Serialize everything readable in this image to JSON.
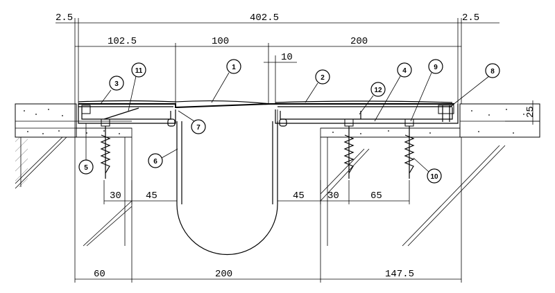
{
  "dimensions": {
    "top_left_small": "2.5",
    "top_total": "402.5",
    "top_right_small": "2.5",
    "upper_left": "102.5",
    "upper_mid": "100",
    "upper_right": "200",
    "gap_10": "10",
    "side_height": "25",
    "lower_left_30": "30",
    "lower_left_45": "45",
    "lower_right_45": "45",
    "lower_right_30": "30",
    "lower_right_65": "65",
    "bottom_left": "60",
    "bottom_mid": "200",
    "bottom_right": "147.5"
  },
  "callouts": [
    "1",
    "2",
    "3",
    "4",
    "5",
    "6",
    "7",
    "8",
    "9",
    "10",
    "11",
    "12"
  ]
}
